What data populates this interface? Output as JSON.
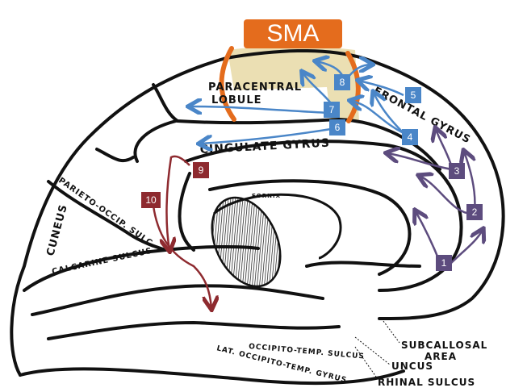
{
  "title_box": {
    "label": "SMA",
    "color": "#e46c1d"
  },
  "colors": {
    "outline": "#111111",
    "sma_shading": "#e8d9a6",
    "sma_brackets": "#e46c1d",
    "blue_arrows": "#4a86c8",
    "purple_arrows": "#5d4c7e",
    "red_arrows": "#8e2a2f"
  },
  "anatomy_labels": {
    "paracentral": "PARACENTRAL",
    "lobule": "LOBULE",
    "frontal_gyrus": "FRONTAL GYRUS",
    "cingulate_gyrus": "CINGULATE GYRUS",
    "fornix": "FORNIX",
    "parieto_occip": "PARIETO-OCCIP. SULC.",
    "cuneus": "CUNEUS",
    "calcarine": "CALCARINE SULCUS",
    "occ_temp_sulcus": "OCCIPITO-TEMP. SULCUS",
    "lat_occ_temp_gyrus": "LAT. OCCIPITO-TEMP. GYRUS",
    "subcallosal": "SUBCALLOSAL",
    "area": "AREA",
    "uncus": "UNCUS",
    "rhinal": "RHINAL SULCUS"
  },
  "badges": [
    {
      "label": "1",
      "group": "purple"
    },
    {
      "label": "2",
      "group": "purple"
    },
    {
      "label": "3",
      "group": "purple"
    },
    {
      "label": "4",
      "group": "blue"
    },
    {
      "label": "5",
      "group": "blue"
    },
    {
      "label": "6",
      "group": "blue"
    },
    {
      "label": "7",
      "group": "blue"
    },
    {
      "label": "8",
      "group": "blue"
    },
    {
      "label": "9",
      "group": "red"
    },
    {
      "label": "10",
      "group": "red"
    }
  ]
}
